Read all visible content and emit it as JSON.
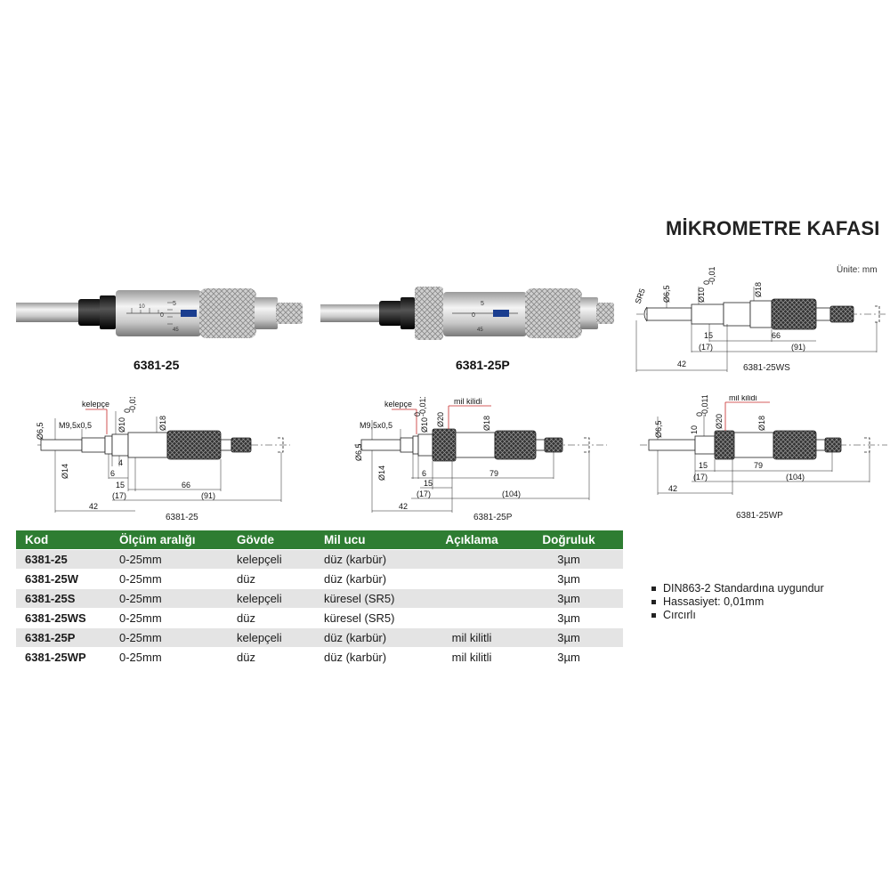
{
  "title": "MİKROMETRE KAFASI",
  "unit_label": "Ünite: mm",
  "photos": [
    {
      "caption": "6381-25"
    },
    {
      "caption": "6381-25P"
    }
  ],
  "photo_scale": {
    "n0": "0",
    "n5": "5",
    "n45": "45",
    "n10": "10"
  },
  "diagrams": {
    "ws": {
      "caption": "6381-25WS",
      "sr": "SR5",
      "d1": "Ø6,5",
      "d2": "Ø10",
      "tol_top": "0",
      "tol_bot": "-0,011",
      "d3": "Ø18",
      "dim15": "15",
      "dim66": "66",
      "dim17": "(17)",
      "dim91": "(91)",
      "dim42": "42"
    },
    "std": {
      "caption": "6381-25",
      "clamp": "kelepçe",
      "thread": "M9,5x0,5",
      "d1": "Ø6,5",
      "d2": "Ø10",
      "tol_top": "0",
      "tol_bot": "-0,011",
      "d3": "Ø18",
      "d4": "Ø14",
      "dim4": "4",
      "dim6": "6",
      "dim15": "15",
      "dim66": "66",
      "dim17": "(17)",
      "dim91": "(91)",
      "dim42": "42"
    },
    "p": {
      "caption": "6381-25P",
      "clamp": "kelepçe",
      "lock": "mil kilidi",
      "thread": "M9,5x0,5",
      "d1": "Ø6,5",
      "d2": "Ø10",
      "tol_top": "0",
      "tol_bot": "-0,011",
      "d20": "Ø20",
      "d3": "Ø18",
      "d4": "Ø14",
      "dim6": "6",
      "dim79": "79",
      "dim15": "15",
      "dim17": "(17)",
      "dim104": "(104)",
      "dim42": "42"
    },
    "wp": {
      "caption": "6381-25WP",
      "lock": "mil kilidi",
      "d1": "Ø6,5",
      "d2": "10",
      "tol_top": "0",
      "tol_bot": "-0,011",
      "d20": "Ø20",
      "d3": "Ø18",
      "dim15": "15",
      "dim79": "79",
      "dim17": "(17)",
      "dim104": "(104)",
      "dim42": "42"
    }
  },
  "table": {
    "headers": [
      "Kod",
      "Ölçüm aralığı",
      "Gövde",
      "Mil ucu",
      "Açıklama",
      "Doğruluk"
    ],
    "rows": [
      [
        "6381-25",
        "0-25mm",
        "kelepçeli",
        "düz (karbür)",
        "",
        "3µm"
      ],
      [
        "6381-25W",
        "0-25mm",
        "düz",
        "düz (karbür)",
        "",
        "3µm"
      ],
      [
        "6381-25S",
        "0-25mm",
        "kelepçeli",
        "küresel (SR5)",
        "",
        "3µm"
      ],
      [
        "6381-25WS",
        "0-25mm",
        "düz",
        "küresel (SR5)",
        "",
        "3µm"
      ],
      [
        "6381-25P",
        "0-25mm",
        "kelepçeli",
        "düz (karbür)",
        "mil kilitli",
        "3µm"
      ],
      [
        "6381-25WP",
        "0-25mm",
        "düz",
        "düz (karbür)",
        "mil kilitli",
        "3µm"
      ]
    ]
  },
  "features": [
    "DIN863-2 Standardına uygundur",
    "Hassasiyet: 0,01mm",
    "Cırcırlı"
  ],
  "colors": {
    "header_green": "#2e7d32",
    "lock_red": "#c62828"
  }
}
